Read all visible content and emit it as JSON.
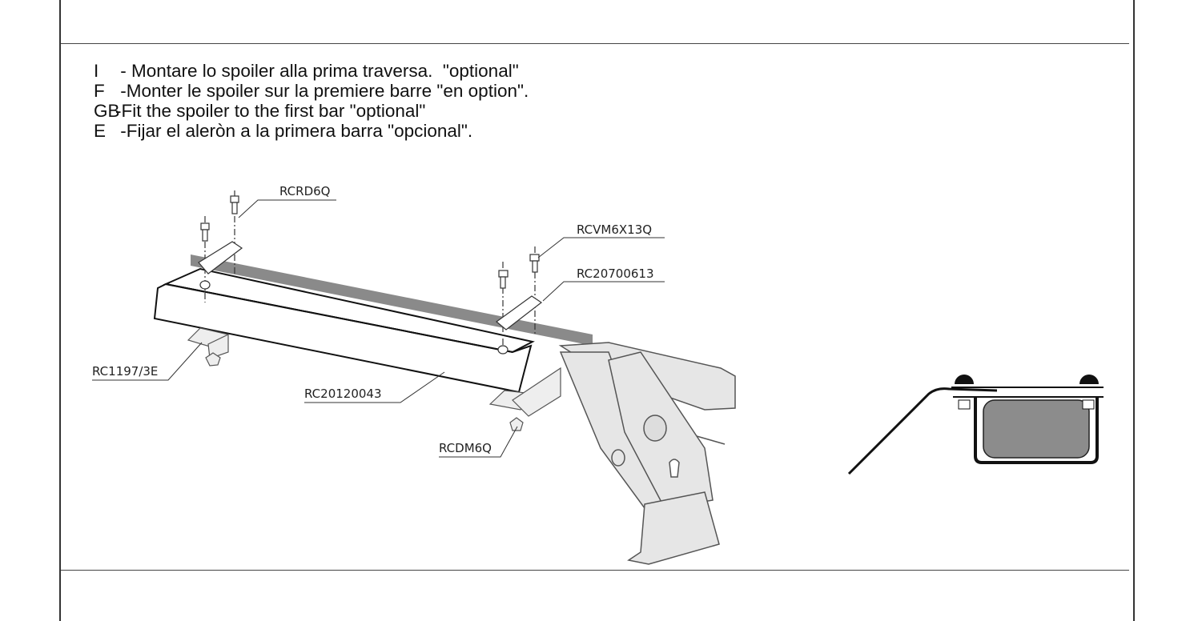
{
  "instructions": [
    {
      "lang": "I",
      "text": " - Montare lo spoiler alla prima traversa.  \"optional\""
    },
    {
      "lang": "F",
      "text": " -Monter le spoiler sur la premiere barre \"en option\"."
    },
    {
      "lang": "GB",
      "text": "-Fit the spoiler to the first bar \"optional\""
    },
    {
      "lang": "E",
      "text": " -Fijar el aleròn a la primera barra \"opcional\"."
    }
  ],
  "part_labels": {
    "screw_top": "RCRD6Q",
    "screw_right": "RCVM6X13Q",
    "plate": "RC20700613",
    "bracket": "RC1197/3E",
    "spoiler": "RC20120043",
    "nut": "RCDM6Q"
  }
}
